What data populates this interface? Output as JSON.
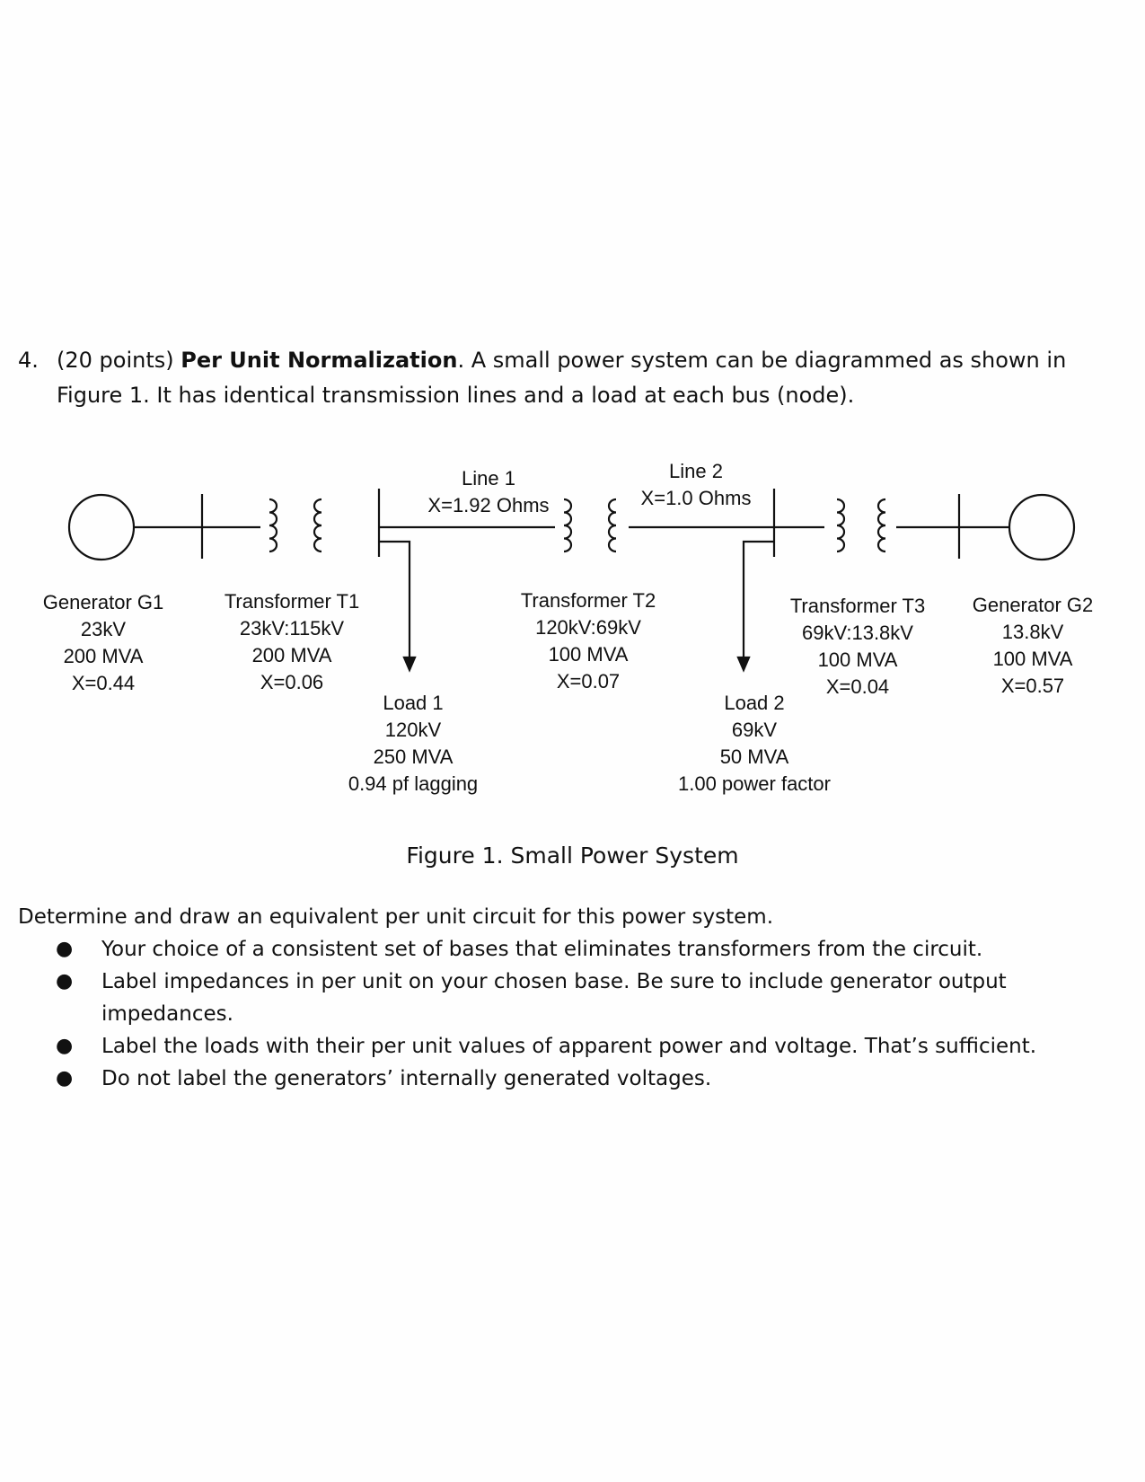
{
  "problem": {
    "number": "4.",
    "points": "(20 points)",
    "title": "Per Unit Normalization",
    "text_after_title": ".  A small power system can be diagrammed as shown in",
    "line2": "Figure 1.  It has identical transmission lines and a load at each bus (node)."
  },
  "figure": {
    "caption": "Figure 1.  Small Power System",
    "line1": {
      "name": "Line 1",
      "reactance": "X=1.92 Ohms"
    },
    "line2": {
      "name": "Line 2",
      "reactance": "X=1.0 Ohms"
    },
    "generator_g1": {
      "name": "Generator G1",
      "voltage": "23kV",
      "rating": "200 MVA",
      "reactance": "X=0.44"
    },
    "transformer_t1": {
      "name": "Transformer T1",
      "voltage": "23kV:115kV",
      "rating": "200 MVA",
      "reactance": "X=0.06"
    },
    "transformer_t2": {
      "name": "Transformer T2",
      "voltage": "120kV:69kV",
      "rating": "100 MVA",
      "reactance": "X=0.07"
    },
    "transformer_t3": {
      "name": "Transformer T3",
      "voltage": "69kV:13.8kV",
      "rating": "100 MVA",
      "reactance": "X=0.04"
    },
    "generator_g2": {
      "name": "Generator G2",
      "voltage": "13.8kV",
      "rating": "100 MVA",
      "reactance": "X=0.57"
    },
    "load1": {
      "name": "Load 1",
      "voltage": "120kV",
      "rating": "250 MVA",
      "pf": "0.94 pf lagging"
    },
    "load2": {
      "name": "Load 2",
      "voltage": "69kV",
      "rating": "50 MVA",
      "pf": "1.00 power factor"
    }
  },
  "instructions": {
    "intro": "Determine and draw an equivalent per unit circuit for this power system.",
    "bullets": [
      "Your choice of a consistent set of bases that eliminates transformers from the circuit.",
      "Label impedances in per unit on your chosen base.  Be sure to include generator output impedances.",
      "Label the loads with their per unit values of apparent power and voltage.  That’s sufficient.",
      "Do not label the generators’ internally generated voltages."
    ]
  }
}
